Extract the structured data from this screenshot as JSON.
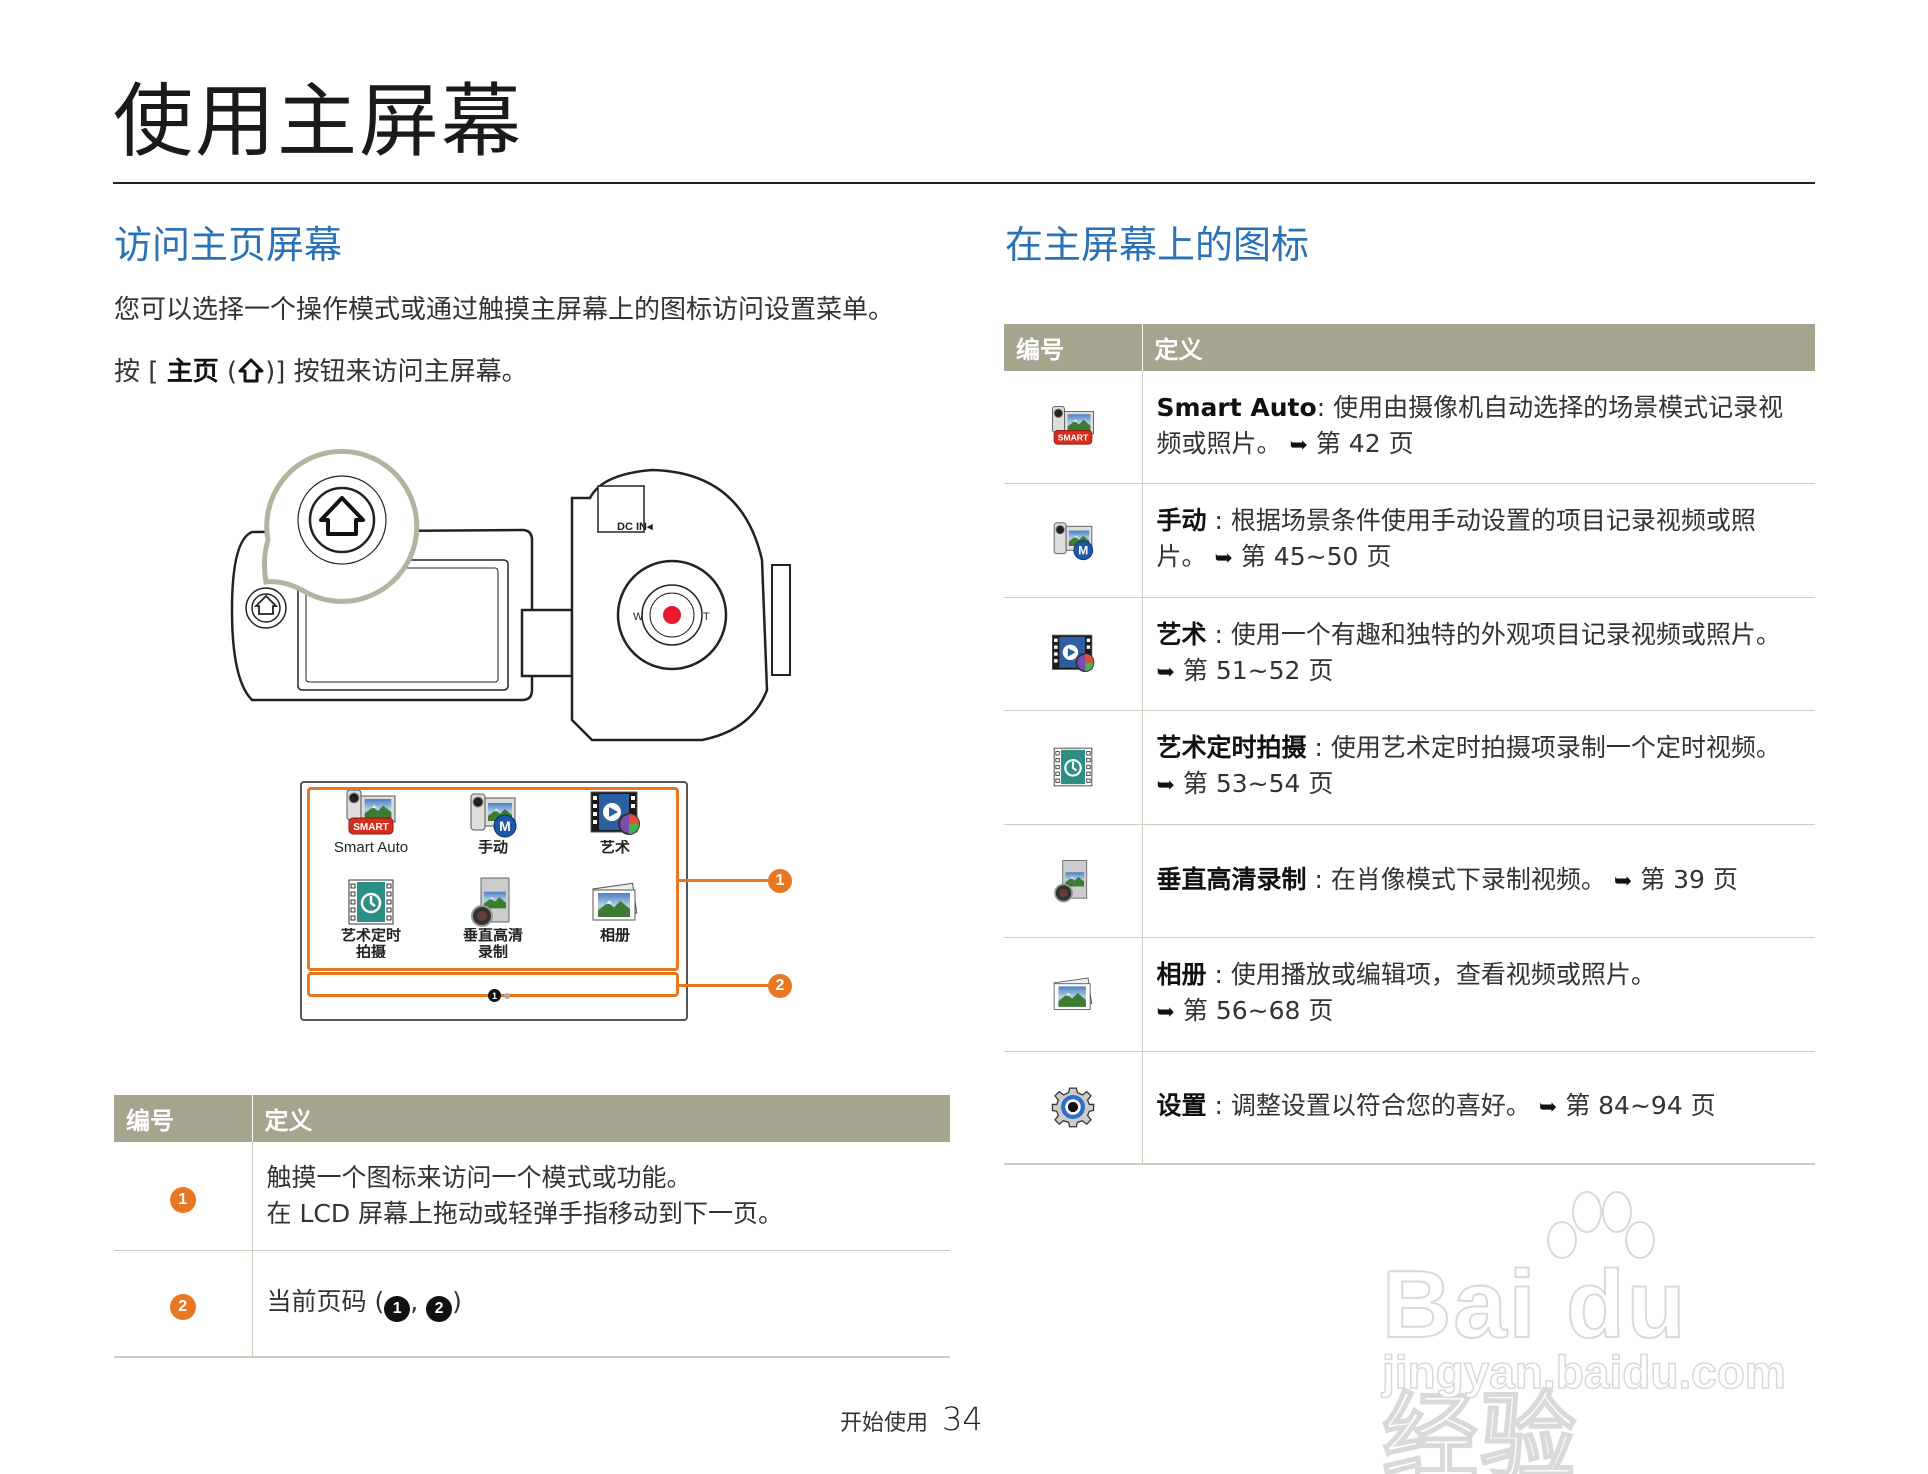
{
  "page": {
    "title": "使用主屏幕",
    "footer": {
      "section": "开始使用",
      "page_number": "34"
    }
  },
  "left": {
    "heading": "访问主页屏幕",
    "intro": "您可以选择一个操作模式或通过触摸主屏幕上的图标访问设置菜单。",
    "instruction": {
      "prefix": "按 [ ",
      "button_name": "主页",
      "paren_open": " (",
      "icon": "home-icon",
      "suffix": ")] 按钮来访问主屏幕。"
    },
    "camera": {
      "dc_in_label": "DC IN",
      "zoom_wide": "W",
      "zoom_tele": "T",
      "record_color": "#e8192c"
    },
    "lcd": {
      "icons": [
        {
          "label": "Smart Auto",
          "icon": "smart-auto-icon"
        },
        {
          "label": "手动",
          "icon": "manual-mode-icon"
        },
        {
          "label": "艺术",
          "icon": "art-mode-icon"
        },
        {
          "label": "艺术定时拍摄",
          "icon": "art-timelapse-icon"
        },
        {
          "label": "垂直高清录制",
          "icon": "vertical-hd-record-icon"
        },
        {
          "label": "相册",
          "icon": "album-icon"
        }
      ],
      "current_page": "1",
      "callouts": [
        "1",
        "2"
      ]
    },
    "table": {
      "headers": [
        "编号",
        "定义"
      ],
      "rows": [
        {
          "num": "1",
          "lines": [
            "触摸一个图标来访问一个模式或功能。",
            "在 LCD 屏幕上拖动或轻弹手指移动到下一页。"
          ]
        },
        {
          "num": "2",
          "text_prefix": "当前页码 (",
          "badges": [
            "1",
            "2"
          ],
          "separator": ", ",
          "text_suffix": ")"
        }
      ]
    }
  },
  "right": {
    "heading": "在主屏幕上的图标",
    "table": {
      "headers": [
        "编号",
        "定义"
      ],
      "rows": [
        {
          "icon": "smart-auto-icon",
          "term": "Smart Auto",
          "colon": ":  ",
          "desc": "使用由摄像机自动选择的场景模式记录视频或照片。",
          "arrow": "➥",
          "ref": "第 42 页"
        },
        {
          "icon": "manual-mode-icon",
          "term": "手动",
          "colon": " :  ",
          "desc": "根据场景条件使用手动设置的项目记录视频或照片。",
          "arrow": "➥",
          "ref": "第 45~50 页"
        },
        {
          "icon": "art-mode-icon",
          "term": "艺术",
          "colon": " :  ",
          "desc": "使用一个有趣和独特的外观项目记录视频或照片。",
          "arrow": "➥",
          "ref": "第 51~52 页"
        },
        {
          "icon": "art-timelapse-icon",
          "term": "艺术定时拍摄",
          "colon": " :  ",
          "desc": "使用艺术定时拍摄项录制一个定时视频。",
          "arrow": "➥",
          "ref": "第 53~54 页"
        },
        {
          "icon": "vertical-hd-record-icon",
          "term": "垂直高清录制",
          "colon": " :  ",
          "desc": "在肖像模式下录制视频。",
          "arrow": "➥",
          "ref": "第 39 页"
        },
        {
          "icon": "album-icon",
          "term": "相册",
          "colon": " :  ",
          "desc": "使用播放或编辑项，查看视频或照片。",
          "arrow": "➥",
          "ref": "第 56~68 页"
        },
        {
          "icon": "settings-gear-icon",
          "term": "设置",
          "colon": " :  ",
          "desc": "调整设置以符合您的喜好。",
          "arrow": "➥",
          "ref": "第 84~94 页"
        }
      ]
    }
  },
  "watermark": {
    "brand": "Bai du 经验",
    "url": "jingyan.baidu.com"
  },
  "colors": {
    "accent_blue": "#2b72b5",
    "callout_orange": "#e87722",
    "table_header": "#a6a38f",
    "rule": "#cfcdc2"
  }
}
